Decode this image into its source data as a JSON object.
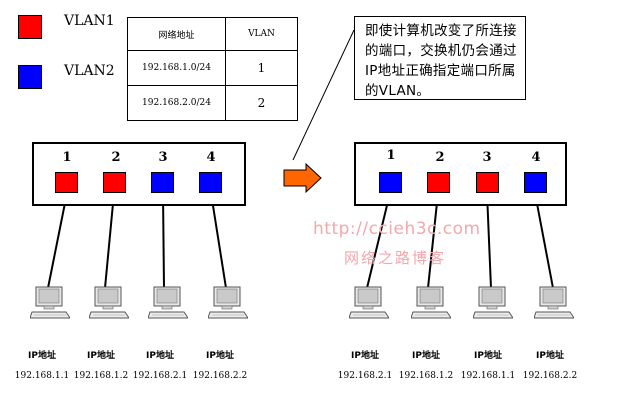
{
  "colors": {
    "vlan1": "#ff0000",
    "vlan2": "#0000ff",
    "arrow": "#ff6600",
    "watermark": "#f4a7ac"
  },
  "legend": [
    {
      "label": "VLAN1",
      "color": "#ff0000"
    },
    {
      "label": "VLAN2",
      "color": "#0000ff"
    }
  ],
  "table": {
    "headers": [
      "网络地址",
      "VLAN"
    ],
    "rows": [
      {
        "network": "192.168.1.0/24",
        "vlan": "1"
      },
      {
        "network": "192.168.2.0/24",
        "vlan": "2"
      }
    ]
  },
  "callout": {
    "text": "即使计算机改变了所连接的端口，交换机仍会通过IP地址正确指定端口所属的VLAN。"
  },
  "watermark": {
    "line1": "http://ccieh3c.com",
    "line2": "网络之路博客"
  },
  "left_switch": {
    "ports": [
      {
        "number": "1",
        "vlan": "VLAN1"
      },
      {
        "number": "2",
        "vlan": "VLAN1"
      },
      {
        "number": "3",
        "vlan": "VLAN2"
      },
      {
        "number": "4",
        "vlan": "VLAN2"
      }
    ],
    "hosts": [
      {
        "label": "IP地址",
        "ip": "192.168.1.1"
      },
      {
        "label": "IP地址",
        "ip": "192.168.1.2"
      },
      {
        "label": "IP地址",
        "ip": "192.168.2.1"
      },
      {
        "label": "IP地址",
        "ip": "192.168.2.2"
      }
    ]
  },
  "right_switch": {
    "ports": [
      {
        "number": "1",
        "vlan": "VLAN2"
      },
      {
        "number": "2",
        "vlan": "VLAN1"
      },
      {
        "number": "3",
        "vlan": "VLAN1"
      },
      {
        "number": "4",
        "vlan": "VLAN2"
      }
    ],
    "hosts": [
      {
        "label": "IP地址",
        "ip": "192.168.2.1"
      },
      {
        "label": "IP地址",
        "ip": "192.168.1.2"
      },
      {
        "label": "IP地址",
        "ip": "192.168.1.1"
      },
      {
        "label": "IP地址",
        "ip": "192.168.2.2"
      }
    ]
  }
}
